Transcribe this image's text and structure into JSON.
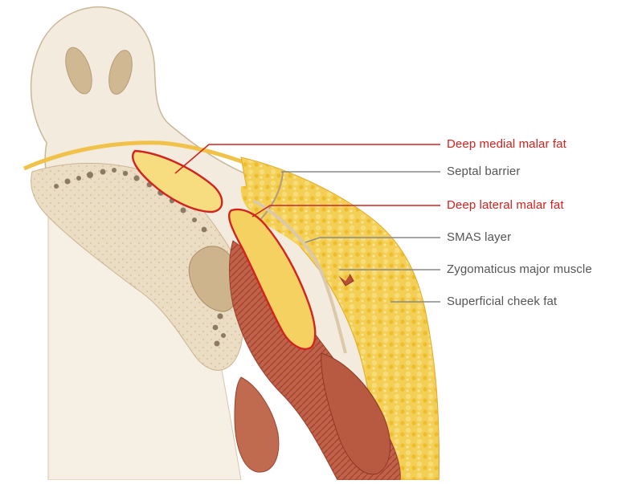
{
  "colors": {
    "highlight_red": "#d2231e",
    "label_gray": "#555555",
    "fat_yellow": "#f2c53a",
    "muscle_red": "#b8513a",
    "bone_tan": "#dcc7a6"
  },
  "labels": [
    {
      "id": "deep-medial-malar-fat",
      "text": "Deep medial malar fat",
      "style": "red"
    },
    {
      "id": "septal-barrier",
      "text": "Septal barrier",
      "style": "gray"
    },
    {
      "id": "deep-lateral-malar-fat",
      "text": "Deep lateral malar fat",
      "style": "red"
    },
    {
      "id": "smas-layer",
      "text": "SMAS layer",
      "style": "gray"
    },
    {
      "id": "zygomaticus-major-muscle",
      "text": "Zygomaticus major muscle",
      "style": "gray"
    },
    {
      "id": "superficial-cheek-fat",
      "text": "Superficial cheek fat",
      "style": "gray"
    }
  ]
}
